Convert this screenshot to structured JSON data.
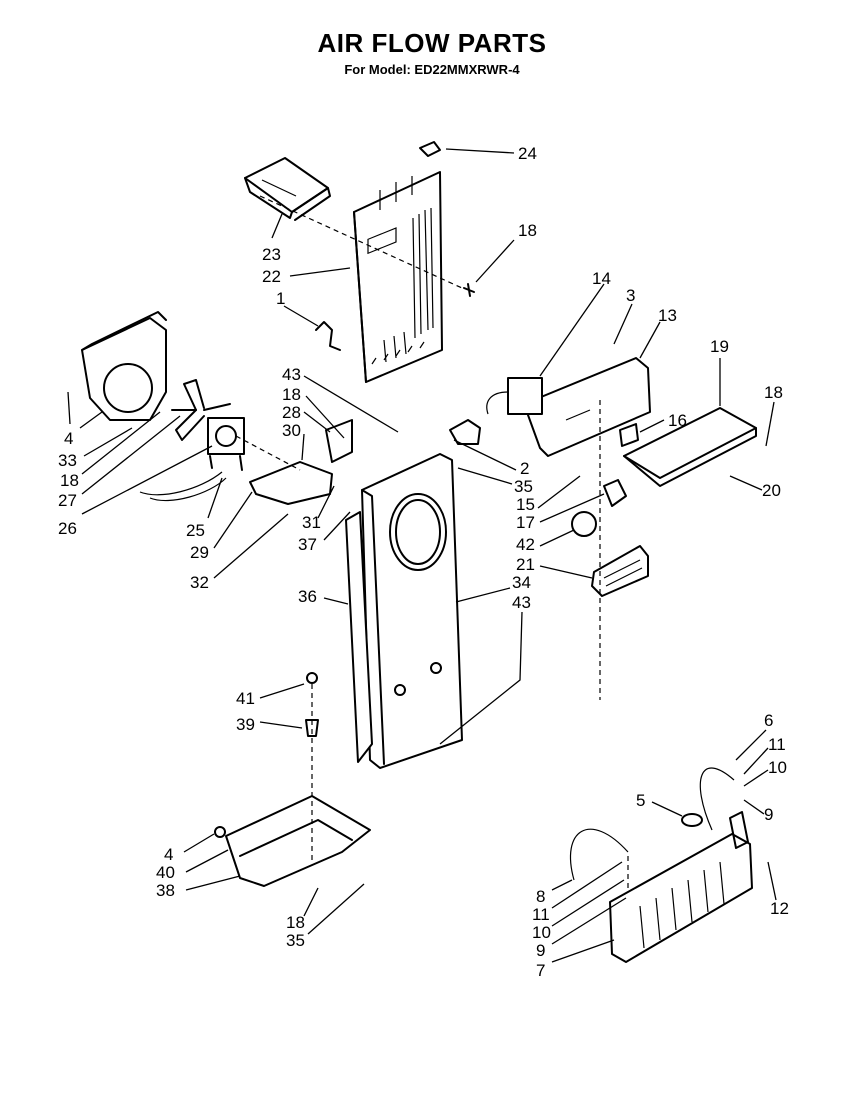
{
  "title": "AIR FLOW PARTS",
  "subtitle": "For Model: ED22MMXRWR-4",
  "callouts": [
    "24",
    "18",
    "23",
    "22",
    "1",
    "14",
    "3",
    "13",
    "19",
    "18",
    "43",
    "18",
    "28",
    "30",
    "2",
    "16",
    "20",
    "35",
    "15",
    "17",
    "42",
    "21",
    "4",
    "33",
    "18",
    "27",
    "26",
    "25",
    "29",
    "32",
    "31",
    "37",
    "36",
    "34",
    "43",
    "41",
    "39",
    "4",
    "40",
    "38",
    "18",
    "35",
    "6",
    "11",
    "10",
    "9",
    "5",
    "8",
    "11",
    "10",
    "9",
    "7",
    "12"
  ]
}
